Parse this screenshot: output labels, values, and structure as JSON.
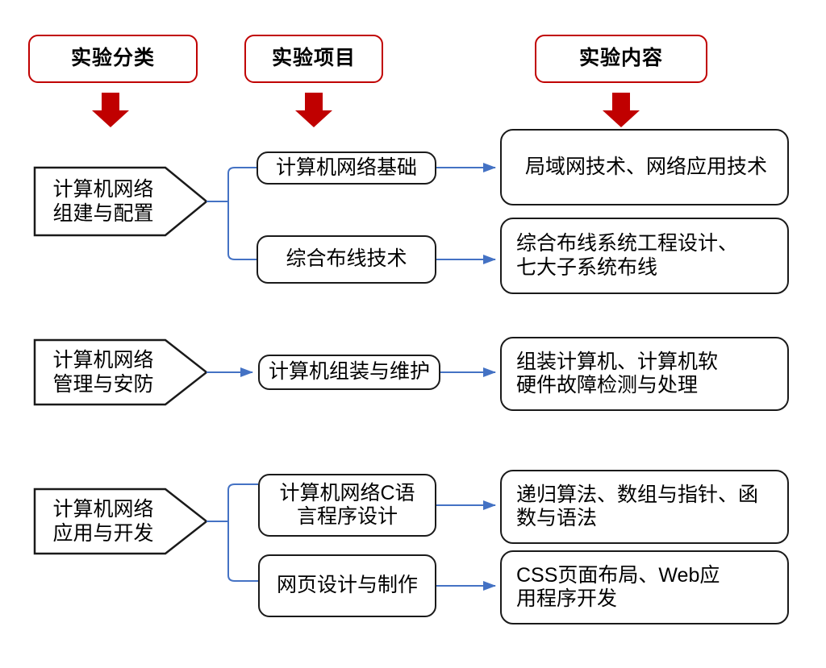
{
  "diagram": {
    "title_row": {
      "columns": [
        {
          "id": "classification",
          "label": "实验分类"
        },
        {
          "id": "project",
          "label": "实验项目"
        },
        {
          "id": "content",
          "label": "实验内容"
        }
      ],
      "arrow_icon": "down-arrow-icon",
      "arrow_color": "#C00000",
      "border_color": "#C00000"
    },
    "connector_color": "#4472C4",
    "node_border_color": "#1A1A1A",
    "rows": [
      {
        "id": "row-network-build",
        "category": "计算机网络\n组建与配置",
        "projects": [
          {
            "id": "project-network-basics",
            "label": "计算机网络基础",
            "content": "局域网技术、网络应用技术"
          },
          {
            "id": "project-structured-cabling",
            "label": "综合布线技术",
            "content": "综合布线系统工程设计、\n七大子系统布线"
          }
        ]
      },
      {
        "id": "row-network-manage",
        "category": "计算机网络\n管理与安防",
        "projects": [
          {
            "id": "project-assembly-maintenance",
            "label": "计算机组装与维护",
            "content": "组装计算机、计算机软\n硬件故障检测与处理"
          }
        ]
      },
      {
        "id": "row-network-app",
        "category": "计算机网络\n应用与开发",
        "projects": [
          {
            "id": "project-c-language",
            "label": "计算机网络C语\n言程序设计",
            "content": "递归算法、数组与指针、函\n数与语法"
          },
          {
            "id": "project-web-design",
            "label": "网页设计与制作",
            "content": "CSS页面布局、Web应\n用程序开发"
          }
        ]
      }
    ]
  }
}
